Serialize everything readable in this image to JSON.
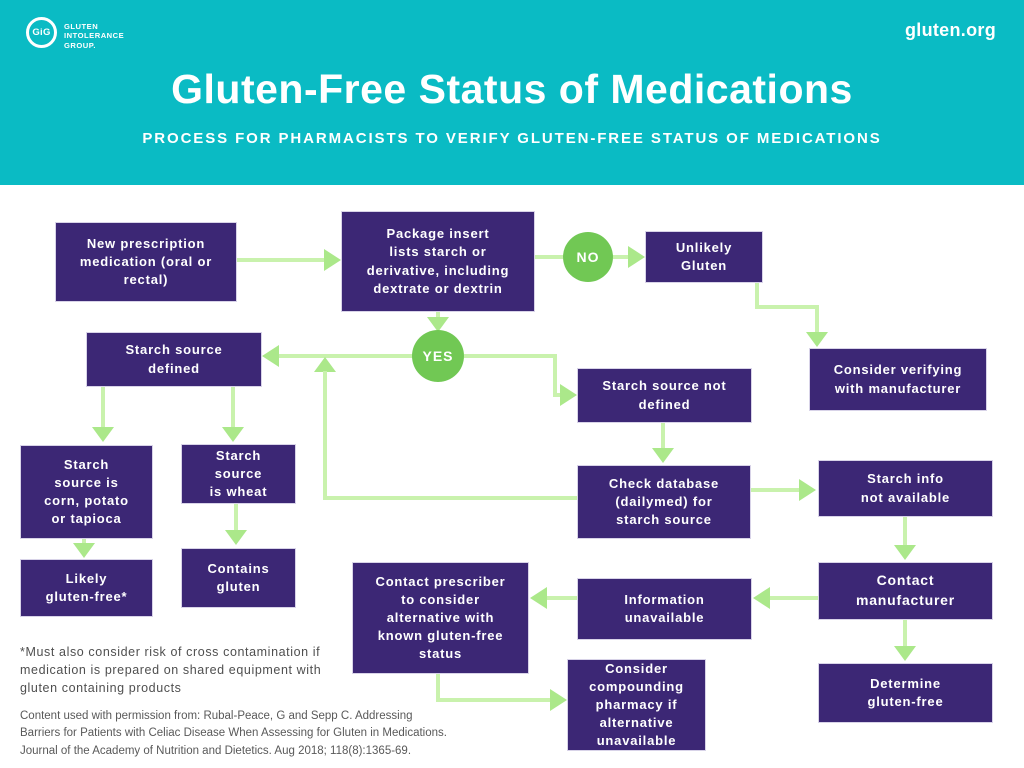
{
  "header": {
    "logo_text": "GiG",
    "org_name": "GLUTEN\nINTOLERANCE\nGROUP.",
    "website": "gluten.org",
    "title": "Gluten-Free Status of Medications",
    "subtitle": "PROCESS FOR PHARMACISTS TO VERIFY GLUTEN-FREE STATUS OF MEDICATIONS"
  },
  "flowchart": {
    "nodes": {
      "new_prescription": "New prescription\nmedication (oral or\nrectal)",
      "package_insert": "Package insert\nlists starch or\nderivative, including\ndextrate or dextrin",
      "unlikely_gluten": "Unlikely\nGluten",
      "consider_verifying": "Consider verifying\nwith manufacturer",
      "starch_defined": "Starch source\ndefined",
      "starch_not_defined": "Starch source not\ndefined",
      "check_database": "Check database\n(dailymed) for\nstarch source",
      "starch_info_na": "Starch info\nnot available",
      "starch_corn": "Starch\nsource is\ncorn, potato\nor tapioca",
      "starch_wheat": "Starch\nsource\nis wheat",
      "likely_gluten_free": "Likely\ngluten-free*",
      "contains_gluten": "Contains\ngluten",
      "contact_manufacturer": "Contact\nmanufacturer",
      "determine_gluten_free": "Determine\ngluten-free",
      "information_unavailable": "Information\nunavailable",
      "contact_prescriber": "Contact prescriber\nto consider\nalternative with\nknown gluten-free\nstatus",
      "consider_compounding": "Consider\ncompounding\npharmacy if\nalternative\nunavailable"
    },
    "decisions": {
      "no": "NO",
      "yes": "YES"
    }
  },
  "footnote": "*Must also consider risk of cross contamination if\nmedication is prepared on shared equipment with\ngluten containing products",
  "citation": "Content used with permission from: Rubal-Peace, G and Sepp C. Addressing\nBarriers for Patients with Celiac Disease When Assessing for Gluten in Medications.\nJournal of the Academy of Nutrition and Dietetics. Aug 2018; 118(8):1365-69.",
  "colors": {
    "banner_teal": "#0abbc4",
    "box_purple": "#3c2775",
    "connector_green": "#c9f2ad",
    "arrowhead_green": "#abe88a",
    "decision_green": "#71c854",
    "text_white": "#ffffff",
    "note_gray": "#4f4f4f"
  }
}
